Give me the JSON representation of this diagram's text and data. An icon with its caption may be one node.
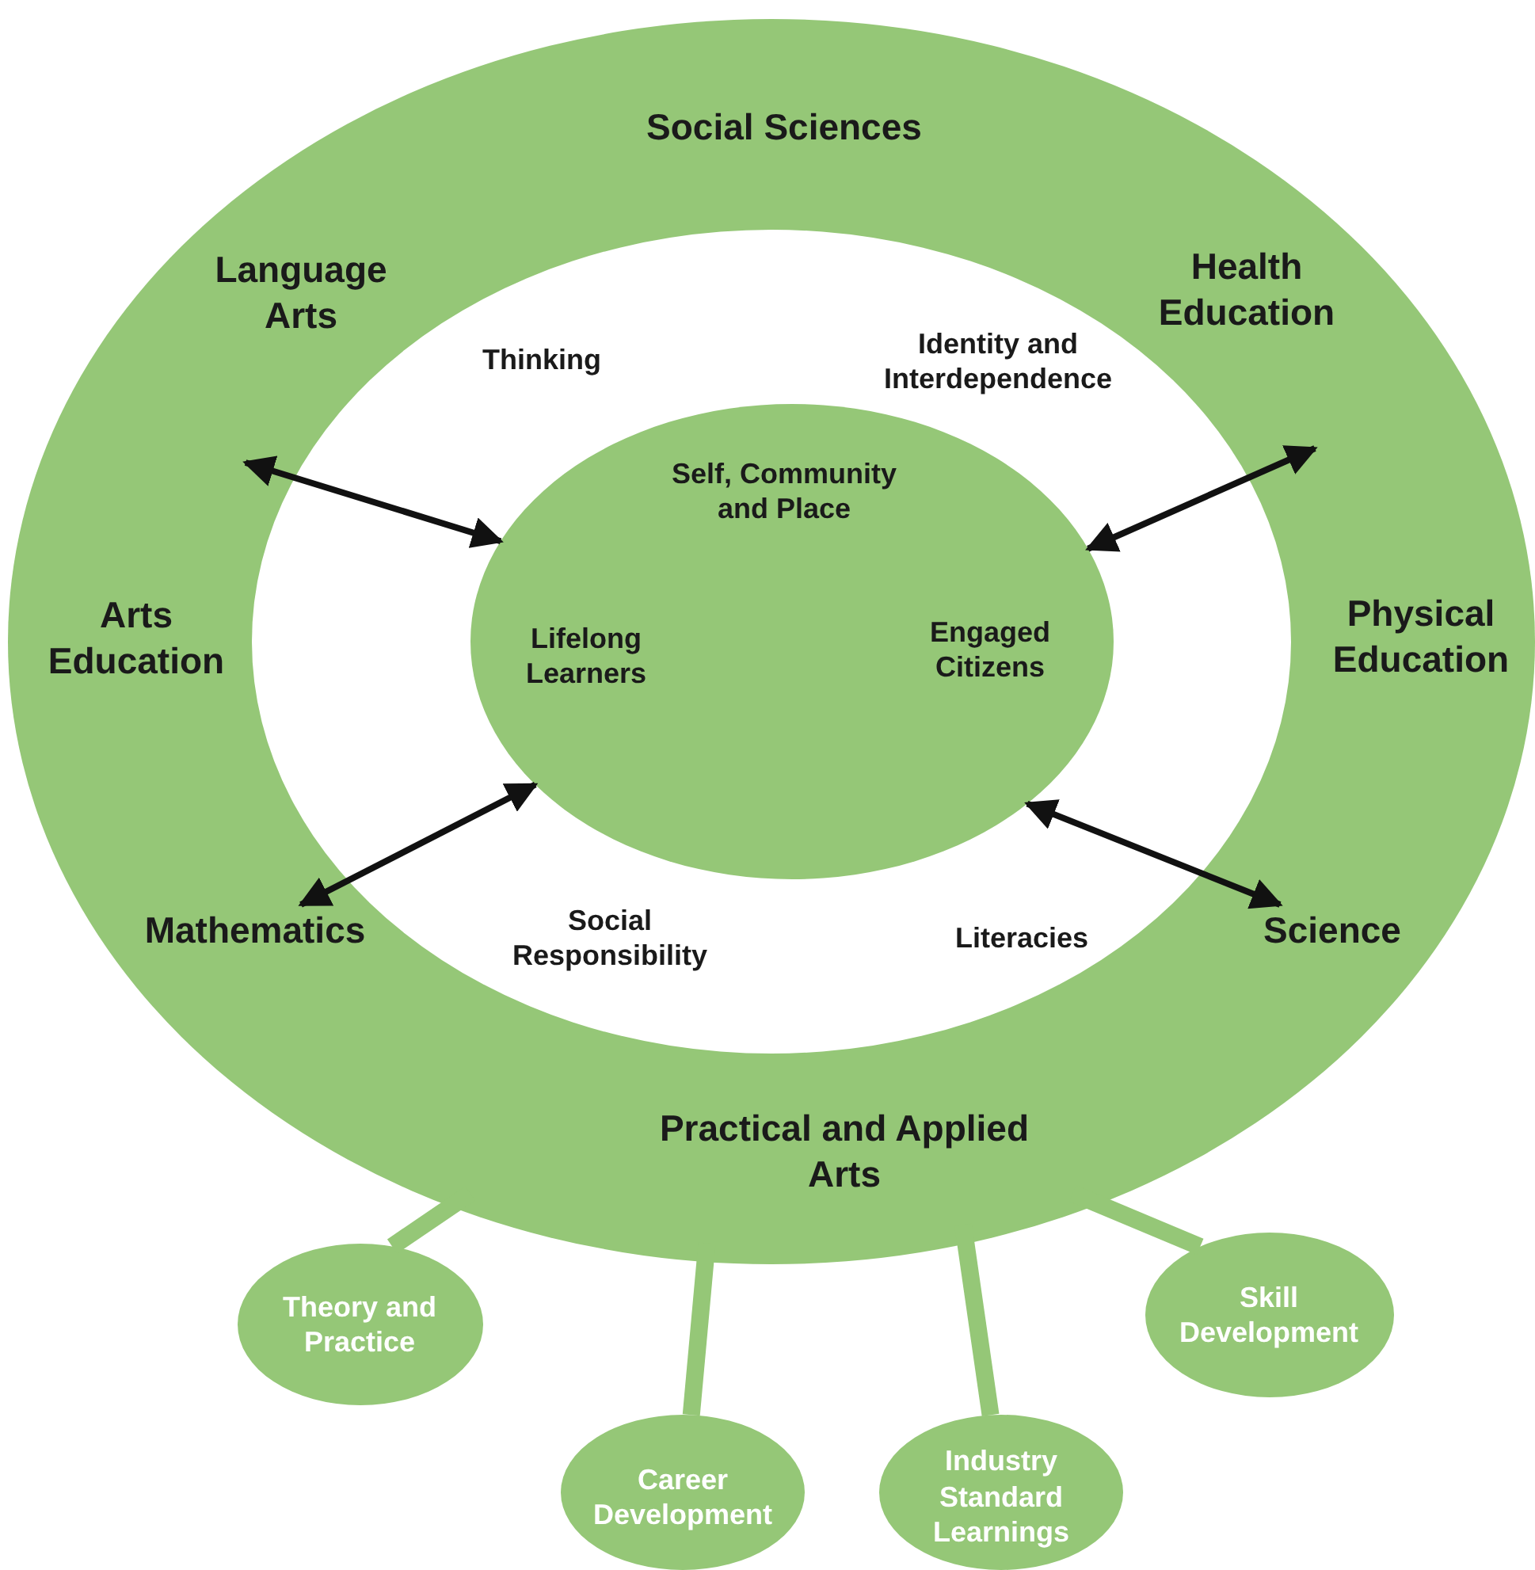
{
  "diagram": {
    "nodes": [
      {
        "text": [
          "Social Sciences",
          "Arts Education",
          "Physical Education",
          "Practical and Applied Arts"
        ]
      },
      {
        "text": [
          "Thinking",
          "Identity and Interdependence",
          "Social Responsibility",
          "Literacies"
        ],
        "in": 0
      },
      {
        "text": [
          "Self, Community and Place",
          "Lifelong Learners",
          "Engaged Citizens"
        ],
        "in": 1
      },
      {
        "text": [
          "Language Arts"
        ],
        "in": 0
      },
      {
        "text": [
          "Health Education"
        ],
        "in": 0
      },
      {
        "text": [
          "Mathematics"
        ],
        "in": 0
      },
      {
        "text": [
          "Science"
        ],
        "in": 0
      },
      {
        "text": [
          "Theory and Practice"
        ]
      },
      {
        "text": [
          "Career Development"
        ]
      },
      {
        "text": [
          "Industry Standard Learnings"
        ]
      },
      {
        "text": [
          "Skill Development"
        ]
      }
    ],
    "edges": [
      {
        "from": null,
        "to": 2,
        "arrow": "both"
      },
      {
        "from": null,
        "to": 2,
        "arrow": "both"
      },
      {
        "from": 5,
        "to": 2,
        "arrow": "both"
      },
      {
        "from": 6,
        "to": 2,
        "arrow": "both"
      },
      {
        "from": 0,
        "to": 7,
        "arrow": "none",
        "style": "thick",
        "color": "#95c777"
      },
      {
        "from": 0,
        "to": 8,
        "arrow": "none",
        "style": "thick",
        "color": "#95c777"
      },
      {
        "from": 0,
        "to": 9,
        "arrow": "none",
        "style": "thick",
        "color": "#95c777"
      },
      {
        "from": 0,
        "to": 10,
        "arrow": "none",
        "style": "thick",
        "color": "#95c777"
      }
    ]
  }
}
